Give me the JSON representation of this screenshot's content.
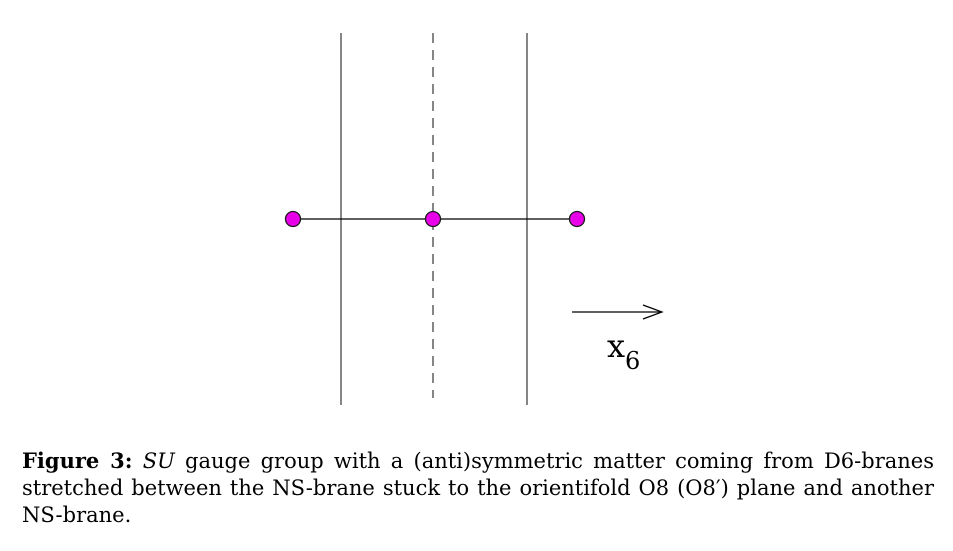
{
  "diagram": {
    "axis_label_main": "x",
    "axis_label_sub": "6",
    "colors": {
      "line": "#000000",
      "brane": "#444444",
      "dot_fill": "#e800e8",
      "dot_stroke": "#1a1a1a"
    }
  },
  "caption": {
    "label": "Figure 3:",
    "math": "SU",
    "text_before_prime": " gauge group with a (anti)symmetric matter coming from D6-branes stretched between the NS-brane stuck to the orientifold O8 (O8",
    "prime": "′",
    "text_after_prime": ") plane and another NS-brane."
  }
}
